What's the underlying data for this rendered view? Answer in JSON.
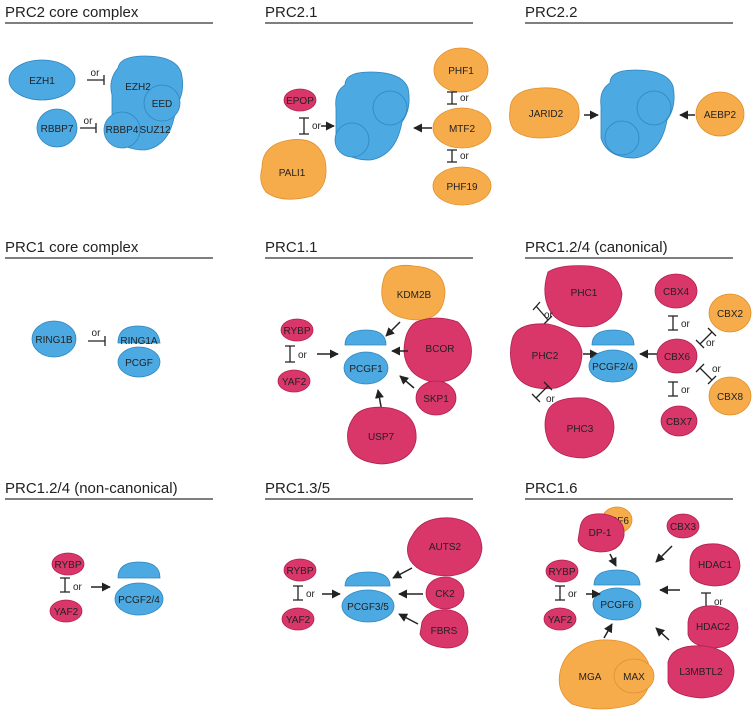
{
  "panels": {
    "prc2_core": "PRC2 core complex",
    "prc2_1": "PRC2.1",
    "prc2_2": "PRC2.2",
    "prc1_core": "PRC1 core complex",
    "prc1_1": "PRC1.1",
    "prc1_24_canonical": "PRC1.2/4 (canonical)",
    "prc1_24_noncanonical": "PRC1.2/4 (non-canonical)",
    "prc1_35": "PRC1.3/5",
    "prc1_6": "PRC1.6"
  },
  "or_label": "or",
  "proteins": {
    "ezh1": "EZH1",
    "ezh2": "EZH2",
    "eed": "EED",
    "rbbp7": "RBBP7",
    "rbbp4": "RBBP4",
    "suz12": "SUZ12",
    "epop": "EPOP",
    "pali1": "PALI1",
    "phf1": "PHF1",
    "mtf2": "MTF2",
    "phf19": "PHF19",
    "jarid2": "JARID2",
    "aebp2": "AEBP2",
    "ring1b": "RING1B",
    "ring1a": "RING1A",
    "pcgf": "PCGF",
    "kdm2b": "KDM2B",
    "bcor": "BCOR",
    "skp1": "SKP1",
    "usp7": "USP7",
    "pcgf1": "PCGF1",
    "rybp": "RYBP",
    "yaf2": "YAF2",
    "phc1": "PHC1",
    "phc2": "PHC2",
    "phc3": "PHC3",
    "pcgf24": "PCGF2/4",
    "cbx4": "CBX4",
    "cbx2": "CBX2",
    "cbx6": "CBX6",
    "cbx7": "CBX7",
    "cbx8": "CBX8",
    "auts2": "AUTS2",
    "ck2": "CK2",
    "fbrs": "FBRS",
    "pcgf35": "PCGF3/5",
    "e2f6": "E2F6",
    "dp1": "DP-1",
    "cbx3": "CBX3",
    "hdac1": "HDAC1",
    "hdac2": "HDAC2",
    "l3mbtl2": "L3MBTL2",
    "mga": "MGA",
    "max": "MAX",
    "pcgf6": "PCGF6"
  },
  "colors": {
    "core": "#4da9e2",
    "accessory_prc2": "#f7ac4b",
    "accessory_prc1": "#d9366a"
  }
}
